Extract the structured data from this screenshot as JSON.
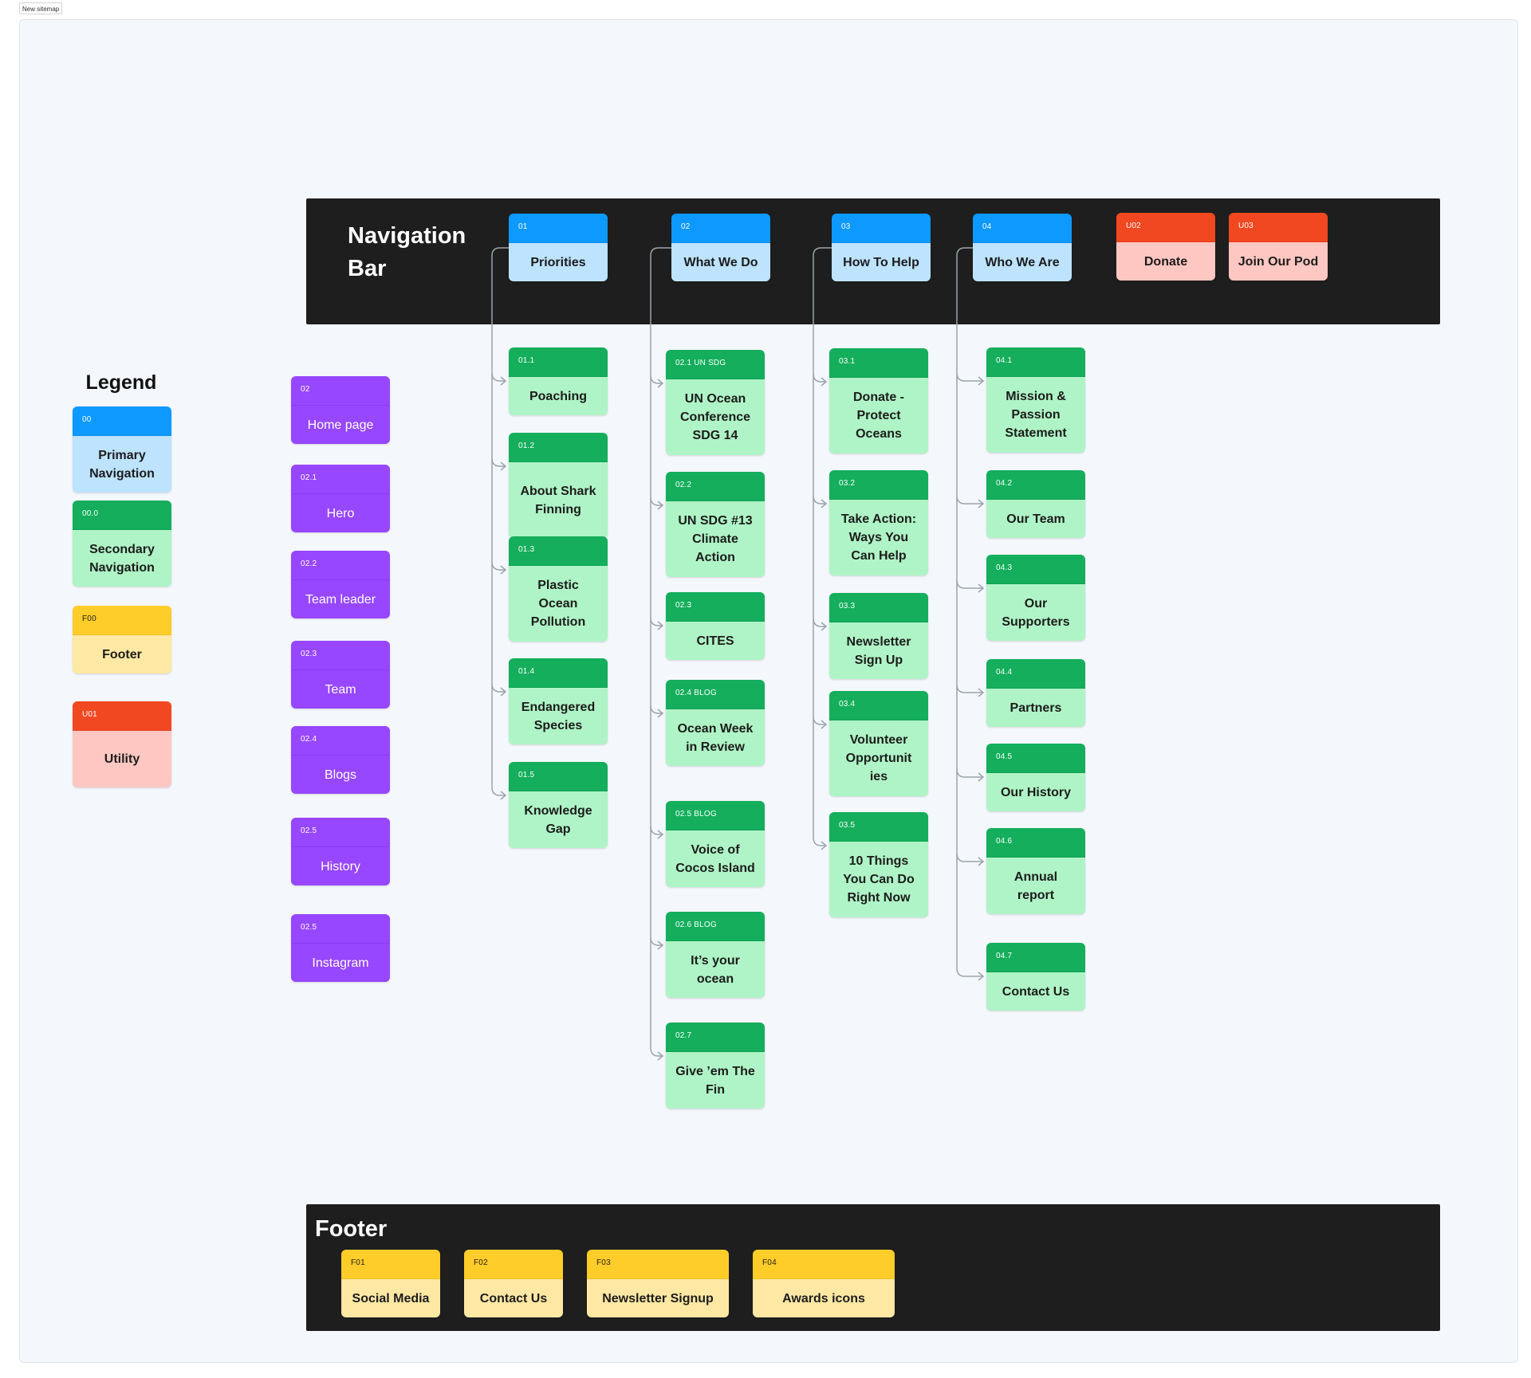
{
  "frame_label": "New sitemap",
  "colors": {
    "primary": "#0d99ff",
    "secondary": "#14ae5c",
    "footer": "#ffcd29",
    "utility": "#f24822",
    "page": "#9747ff",
    "band": "#1e1e1e",
    "connector": "#9ba3ab"
  },
  "navigation_bar": {
    "title": "Navigation\nBar"
  },
  "footer_bar": {
    "title": "Footer"
  },
  "legend": {
    "title": "Legend",
    "items": [
      {
        "code": "00",
        "label": "Primary\nNavigation",
        "kind": "primary"
      },
      {
        "code": "00.0",
        "label": "Secondary\nNavigation",
        "kind": "secondary"
      },
      {
        "code": "F00",
        "label": "Footer",
        "kind": "footer"
      },
      {
        "code": "U01",
        "label": "Utility",
        "kind": "utility"
      }
    ]
  },
  "page_sections": [
    {
      "code": "02",
      "label": "Home page"
    },
    {
      "code": "02.1",
      "label": "Hero"
    },
    {
      "code": "02.2",
      "label": "Team leader"
    },
    {
      "code": "02.3",
      "label": "Team"
    },
    {
      "code": "02.4",
      "label": "Blogs"
    },
    {
      "code": "02.5",
      "label": "History"
    },
    {
      "code": "02.5",
      "label": "Instagram"
    }
  ],
  "primary_nav": [
    {
      "code": "01",
      "label": "Priorities",
      "children": [
        {
          "code": "01.1",
          "label": "Poaching"
        },
        {
          "code": "01.2",
          "label": "About Shark\nFinning"
        },
        {
          "code": "01.3",
          "label": "Plastic\nOcean\nPollution"
        },
        {
          "code": "01.4",
          "label": "Endangered\nSpecies"
        },
        {
          "code": "01.5",
          "label": "Knowledge\nGap"
        }
      ]
    },
    {
      "code": "02",
      "label": "What We Do",
      "children": [
        {
          "code": "02.1 UN SDG",
          "label": "UN Ocean\nConference\nSDG 14"
        },
        {
          "code": "02.2",
          "label": "UN SDG #13\nClimate\nAction"
        },
        {
          "code": "02.3",
          "label": "CITES"
        },
        {
          "code": "02.4 BLOG",
          "label": "Ocean Week\nin Review"
        },
        {
          "code": "02.5 BLOG",
          "label": "Voice of\nCocos Island"
        },
        {
          "code": "02.6 BLOG",
          "label": "It’s your\nocean"
        },
        {
          "code": "02.7",
          "label": "Give ’em The\nFin"
        }
      ]
    },
    {
      "code": "03",
      "label": "How To Help",
      "children": [
        {
          "code": "03.1",
          "label": "Donate -\nProtect\nOceans"
        },
        {
          "code": "03.2",
          "label": "Take Action:\nWays You\nCan Help"
        },
        {
          "code": "03.3",
          "label": "Newsletter\nSign Up"
        },
        {
          "code": "03.4",
          "label": "Volunteer\nOpportunit\nies"
        },
        {
          "code": "03.5",
          "label": "10 Things\nYou Can Do\nRight Now"
        }
      ]
    },
    {
      "code": "04",
      "label": "Who We Are",
      "children": [
        {
          "code": "04.1",
          "label": "Mission &\nPassion\nStatement"
        },
        {
          "code": "04.2",
          "label": "Our Team"
        },
        {
          "code": "04.3",
          "label": "Our\nSupporters"
        },
        {
          "code": "04.4",
          "label": "Partners"
        },
        {
          "code": "04.5",
          "label": "Our History"
        },
        {
          "code": "04.6",
          "label": "Annual\nreport"
        },
        {
          "code": "04.7",
          "label": "Contact Us"
        }
      ]
    }
  ],
  "utility_nav": [
    {
      "code": "U02",
      "label": "Donate"
    },
    {
      "code": "U03",
      "label": "Join Our Pod"
    }
  ],
  "footer_items": [
    {
      "code": "F01",
      "label": "Social Media"
    },
    {
      "code": "F02",
      "label": "Contact Us"
    },
    {
      "code": "F03",
      "label": "Newsletter Signup"
    },
    {
      "code": "F04",
      "label": "Awards icons"
    }
  ]
}
